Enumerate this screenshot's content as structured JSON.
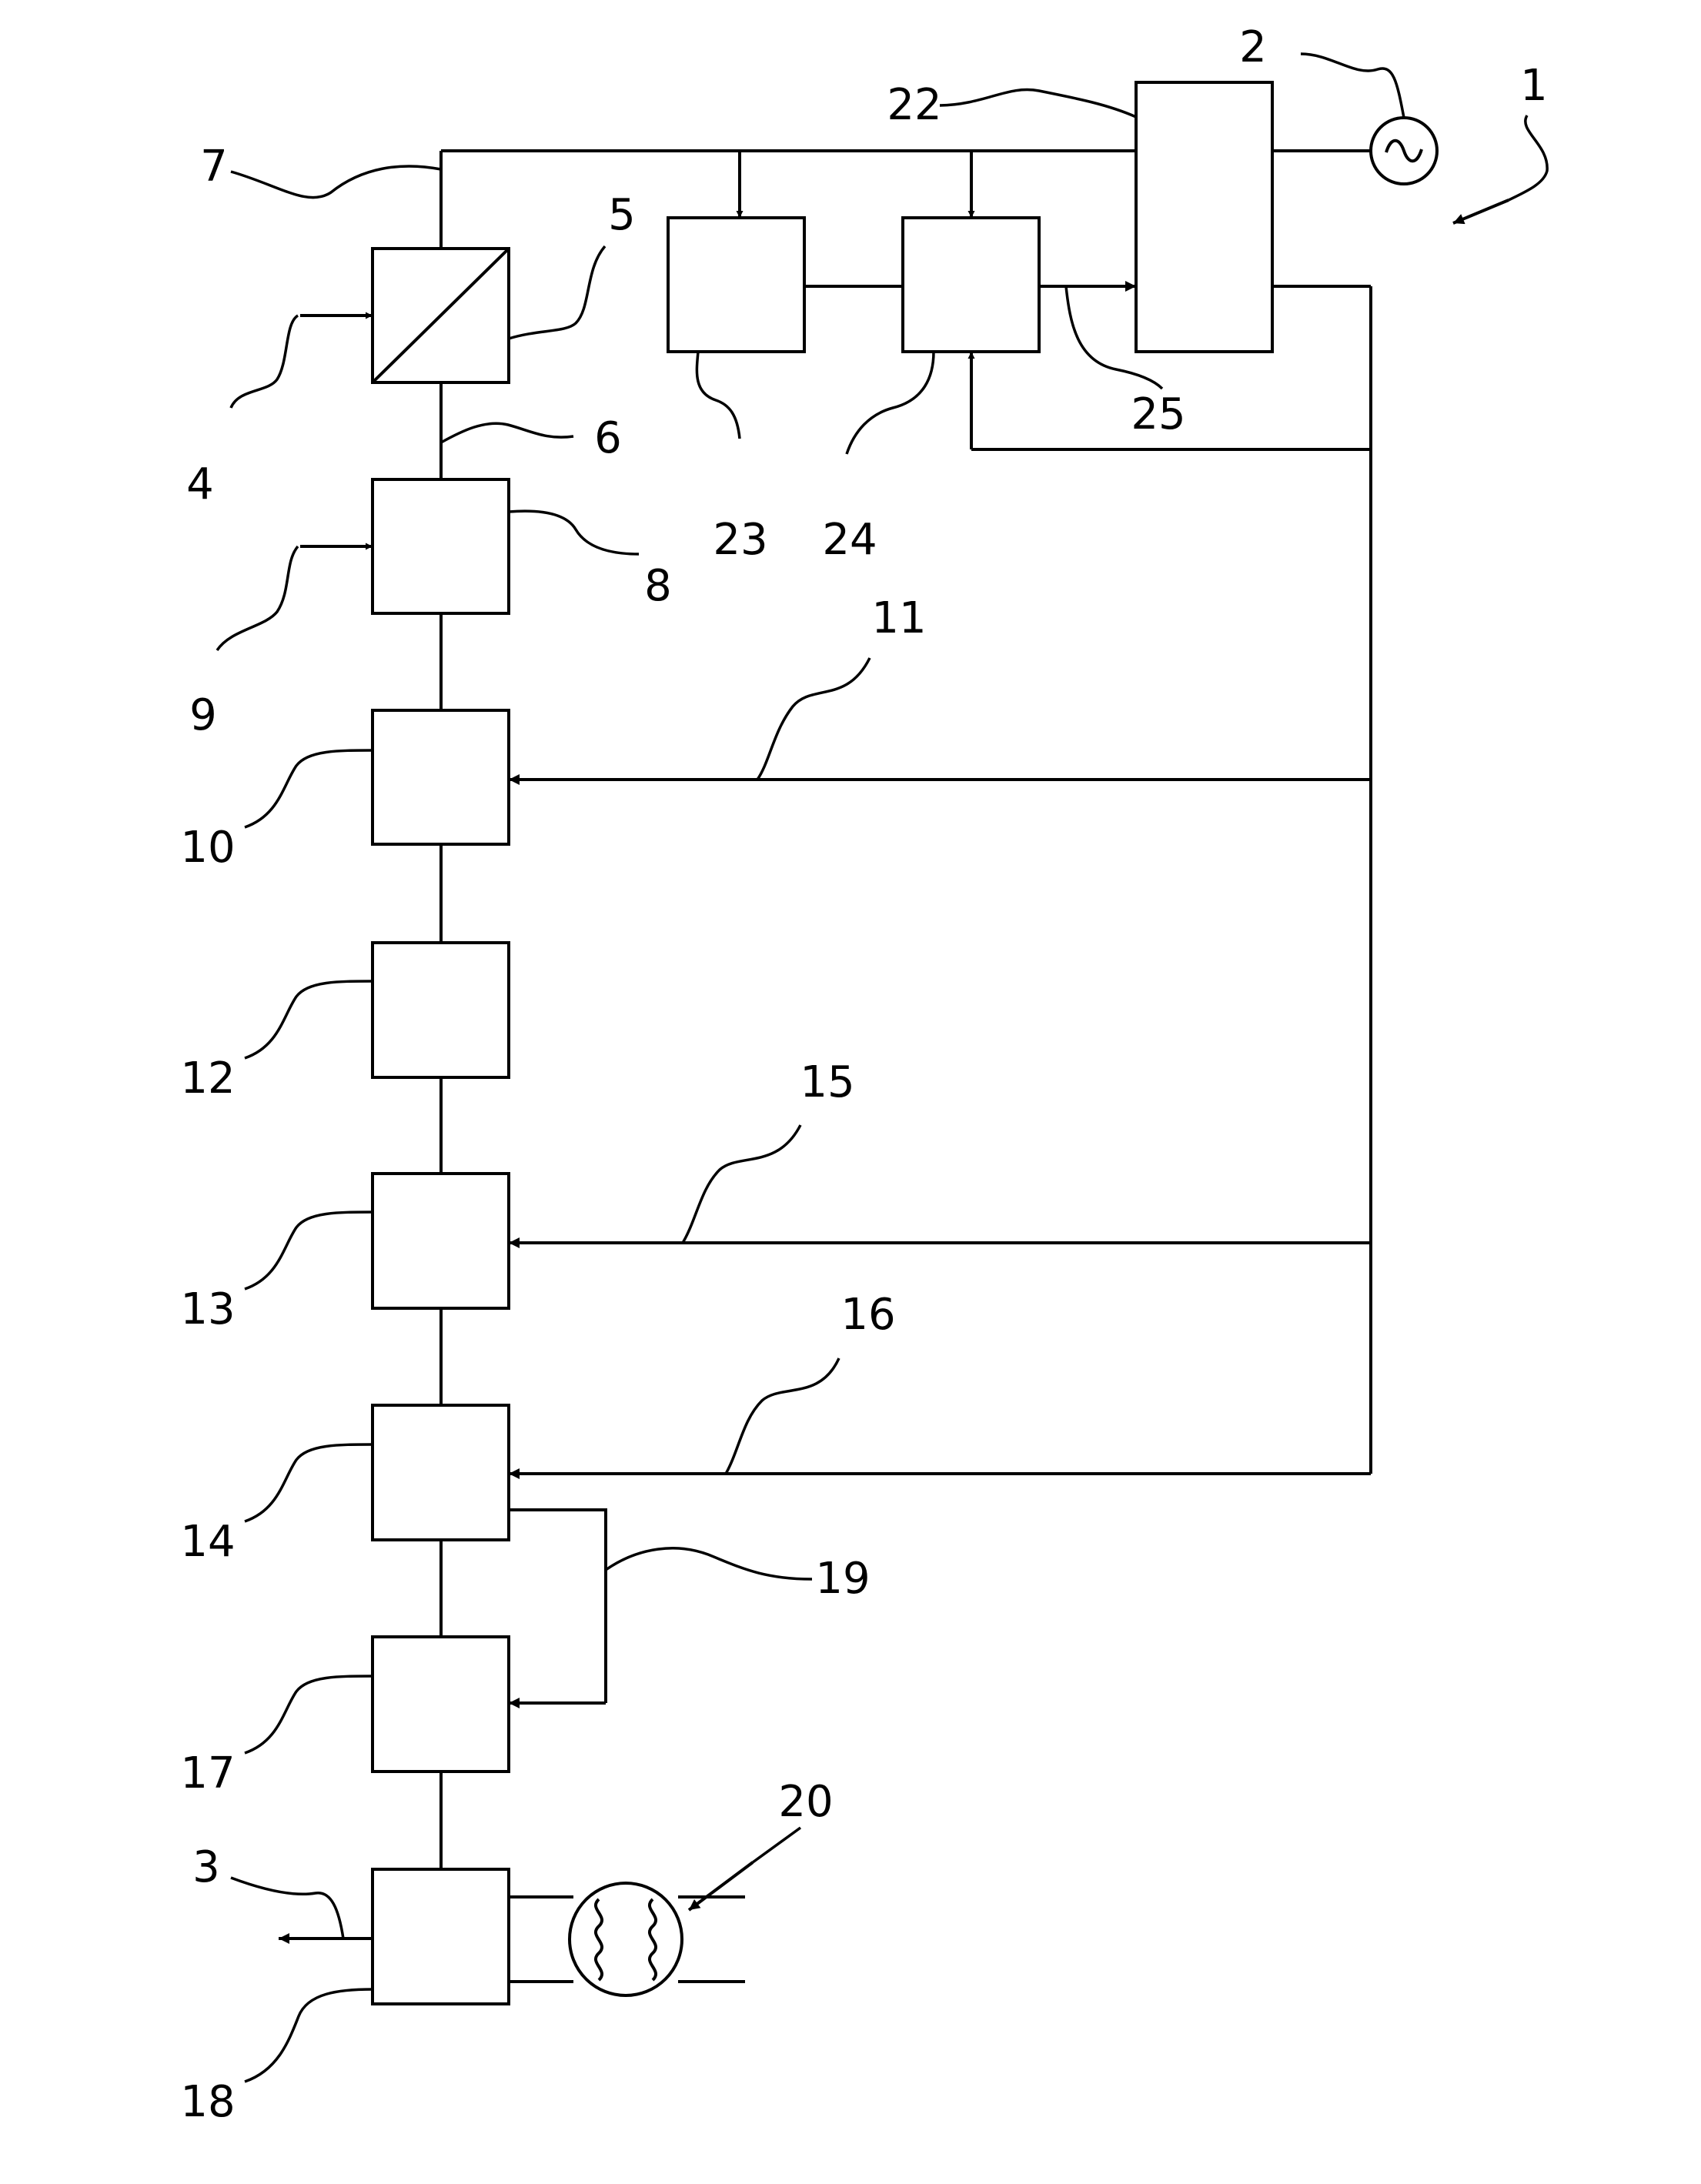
{
  "labels": {
    "system": "1",
    "ac_source": "2",
    "output": "3",
    "input_a": "4",
    "converter": "5",
    "line_6": "6",
    "line_7": "7",
    "block_8": "8",
    "input_b": "9",
    "block_10": "10",
    "line_11": "11",
    "block_12": "12",
    "block_13": "13",
    "block_14": "14",
    "line_15": "15",
    "line_16": "16",
    "block_17": "17",
    "block_18": "18",
    "line_19": "19",
    "heat_exchanger": "20",
    "block_22": "22",
    "block_23": "23",
    "block_24": "24",
    "line_25": "25"
  }
}
